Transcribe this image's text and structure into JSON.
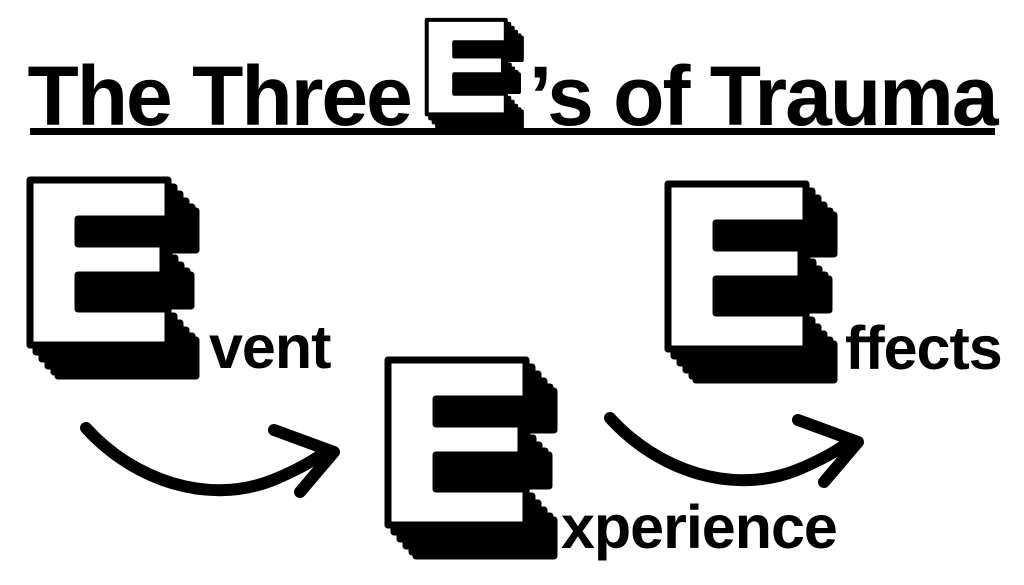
{
  "colors": {
    "background": "#ffffff",
    "ink": "#000000"
  },
  "title": {
    "prefix": "The Three",
    "e_letter": "E",
    "suffix": "’s of Trauma",
    "full": "The Three E’s of Trauma"
  },
  "items": [
    {
      "letter": "E",
      "suffix": "vent",
      "word": "Event"
    },
    {
      "letter": "E",
      "suffix": "xperience",
      "word": "Experience"
    },
    {
      "letter": "E",
      "suffix": "ffects",
      "word": "Effects"
    }
  ],
  "flow": {
    "arrow_1": "Event to Experience",
    "arrow_2": "Experience to Effects"
  },
  "icons": {
    "block_letter": "block-letter-e-icon",
    "arrow": "curved-arrow-icon"
  }
}
